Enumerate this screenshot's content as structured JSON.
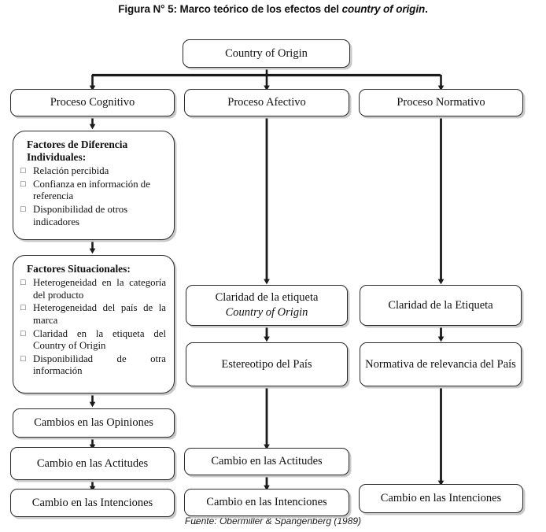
{
  "figure": {
    "title_prefix": "Figura N° 5: Marco teórico de los efectos del ",
    "title_italic": "country of origin",
    "title_suffix": ".",
    "source": "Fuente: Obermiller & Spangenberg (1989)"
  },
  "colors": {
    "box_border": "#2b2b2b",
    "box_fill": "#ffffff",
    "box_shadow": "#c9c9c9",
    "connector": "#1a1a1a",
    "text": "#111111"
  },
  "root": {
    "label": "Country of Origin"
  },
  "columns": [
    {
      "name": "cognitivo",
      "header": "Proceso Cognitivo",
      "nodes": [
        {
          "type": "list",
          "name": "factores-diferencia-individuales",
          "title": "Factores de Diferencia Individuales:",
          "items": [
            "Relación percibida",
            "Confianza en información de referencia",
            "Disponibilidad de otros indicadores"
          ]
        },
        {
          "type": "list",
          "name": "factores-situacionales",
          "title": "Factores Situacionales:",
          "items": [
            "Heterogeneidad en la categoría del producto",
            "Heterogeneidad del país de la marca",
            "Claridad en la etiqueta del Country of Origin",
            "Disponibilidad de otra información"
          ]
        },
        {
          "type": "box",
          "name": "cambios-opiniones",
          "label": "Cambios en las Opiniones"
        },
        {
          "type": "box",
          "name": "cambio-actitudes",
          "label": "Cambio en las Actitudes"
        },
        {
          "type": "box",
          "name": "cambio-intenciones",
          "label": "Cambio en las Intenciones"
        }
      ]
    },
    {
      "name": "afectivo",
      "header": "Proceso Afectivo",
      "nodes": [
        {
          "type": "box",
          "name": "claridad-etiqueta-coo",
          "label": "Claridad de la etiqueta",
          "label_italic": "Country of Origin"
        },
        {
          "type": "box",
          "name": "estereotipo-pais",
          "label": "Estereotipo del País"
        },
        {
          "type": "box",
          "name": "cambio-actitudes",
          "label": "Cambio en las Actitudes"
        },
        {
          "type": "box",
          "name": "cambio-intenciones",
          "label": "Cambio en las Intenciones"
        }
      ]
    },
    {
      "name": "normativo",
      "header": "Proceso Normativo",
      "nodes": [
        {
          "type": "box",
          "name": "claridad-etiqueta",
          "label": "Claridad de la Etiqueta"
        },
        {
          "type": "box",
          "name": "normativa-relevancia-pais",
          "label": "Normativa de relevancia del País"
        },
        {
          "type": "box",
          "name": "cambio-intenciones",
          "label": "Cambio en las Intenciones"
        }
      ]
    }
  ],
  "bullet_glyph": "□"
}
